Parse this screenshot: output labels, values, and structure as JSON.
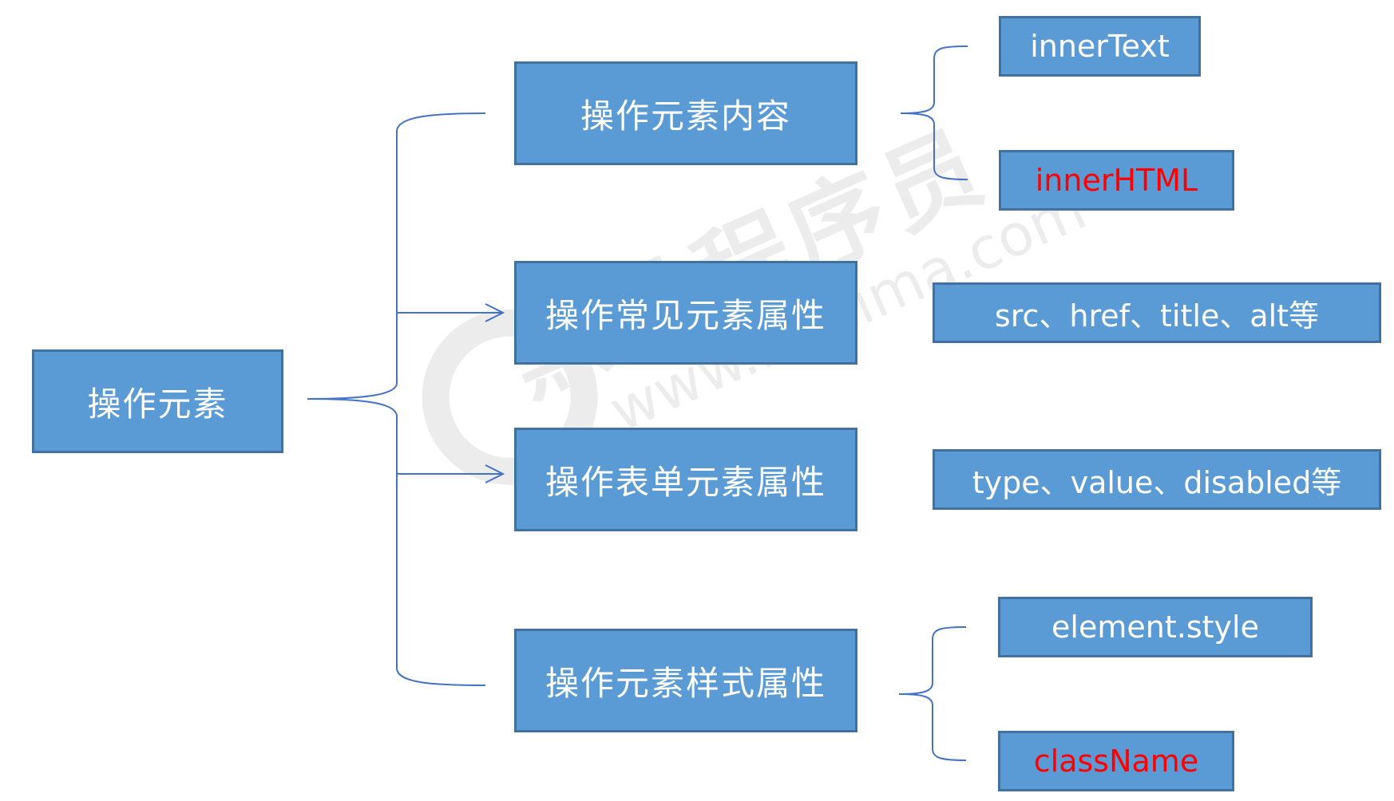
{
  "colors": {
    "box_fill": "#5b9bd5",
    "box_border": "#41719c",
    "line": "#4472c4",
    "accent_red": "#ff0000",
    "text": "#ffffff"
  },
  "diagram": {
    "root": {
      "label": "操作元素"
    },
    "branches": [
      {
        "label": "操作元素内容",
        "leaves": [
          {
            "label": "innerText",
            "highlight": false
          },
          {
            "label": "innerHTML",
            "highlight": true
          }
        ]
      },
      {
        "label": "操作常见元素属性",
        "leaves": [
          {
            "label": "src、href、title、alt等",
            "highlight": false
          }
        ]
      },
      {
        "label": "操作表单元素属性",
        "leaves": [
          {
            "label": "type、value、disabled等",
            "highlight": false
          }
        ]
      },
      {
        "label": "操作元素样式属性",
        "leaves": [
          {
            "label": "element.style",
            "highlight": false
          },
          {
            "label": "className",
            "highlight": true
          }
        ]
      }
    ]
  },
  "watermark": {
    "text": "黑马程序员",
    "url": "www.itheima.com"
  }
}
